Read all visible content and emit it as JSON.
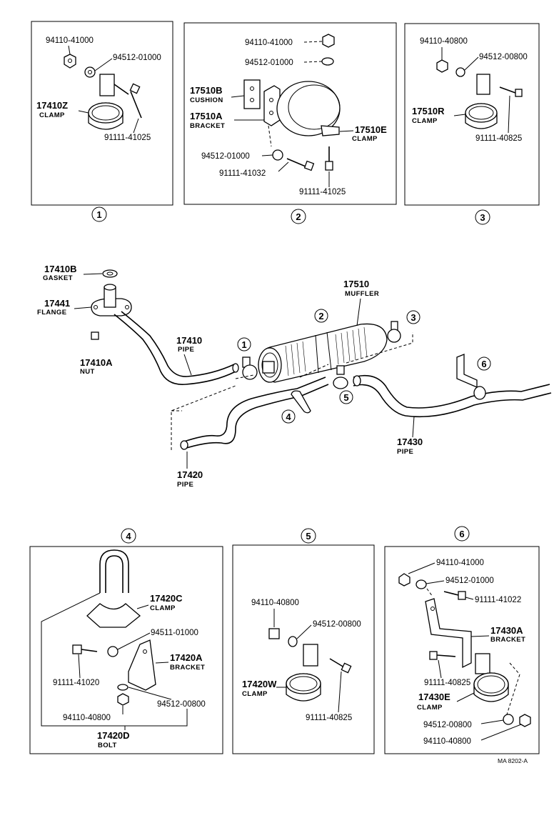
{
  "panels": {
    "p1": {
      "marker": "1",
      "parts": [
        {
          "number": "94110-41000"
        },
        {
          "number": "94512-01000"
        },
        {
          "code": "17410Z",
          "desc": "CLAMP"
        },
        {
          "number": "91111-41025"
        }
      ]
    },
    "p2": {
      "marker": "2",
      "parts": [
        {
          "number": "94110-41000"
        },
        {
          "number": "94512-01000"
        },
        {
          "code": "17510B",
          "desc": "CUSHION"
        },
        {
          "code": "17510A",
          "desc": "BRACKET"
        },
        {
          "code": "17510E",
          "desc": "CLAMP"
        },
        {
          "number": "94512-01000"
        },
        {
          "number": "91111-41032"
        },
        {
          "number": "91111-41025"
        }
      ]
    },
    "p3": {
      "marker": "3",
      "parts": [
        {
          "number": "94110-40800"
        },
        {
          "number": "94512-00800"
        },
        {
          "code": "17510R",
          "desc": "CLAMP"
        },
        {
          "number": "91111-40825"
        }
      ]
    },
    "p4": {
      "marker": "4",
      "parts": [
        {
          "code": "17420C",
          "desc": "CLAMP"
        },
        {
          "number": "94511-01000"
        },
        {
          "code": "17420A",
          "desc": "BRACKET"
        },
        {
          "number": "91111-41020"
        },
        {
          "number": "94512-00800"
        },
        {
          "number": "94110-40800"
        },
        {
          "code": "17420D",
          "desc": "BOLT"
        }
      ]
    },
    "p5": {
      "marker": "5",
      "parts": [
        {
          "number": "94110-40800"
        },
        {
          "number": "94512-00800"
        },
        {
          "code": "17420W",
          "desc": "CLAMP"
        },
        {
          "number": "91111-40825"
        }
      ]
    },
    "p6": {
      "marker": "6",
      "parts": [
        {
          "number": "94110-41000"
        },
        {
          "number": "94512-01000"
        },
        {
          "number": "91111-41022"
        },
        {
          "code": "17430A",
          "desc": "BRACKET"
        },
        {
          "number": "91111-40825"
        },
        {
          "code": "17430E",
          "desc": "CLAMP"
        },
        {
          "number": "94512-00800"
        },
        {
          "number": "94110-40800"
        }
      ]
    }
  },
  "main": {
    "parts": [
      {
        "code": "17410B",
        "desc": "GASKET"
      },
      {
        "code": "17441",
        "desc": "FLANGE"
      },
      {
        "code": "17410A",
        "desc": "NUT"
      },
      {
        "code": "17410",
        "desc": "PIPE"
      },
      {
        "code": "17510",
        "desc": "MUFFLER"
      },
      {
        "code": "17420",
        "desc": "PIPE"
      },
      {
        "code": "17430",
        "desc": "PIPE"
      }
    ],
    "markers": [
      "1",
      "2",
      "3",
      "4",
      "5",
      "6"
    ]
  },
  "footer": {
    "ref": "MA 8202-A"
  }
}
